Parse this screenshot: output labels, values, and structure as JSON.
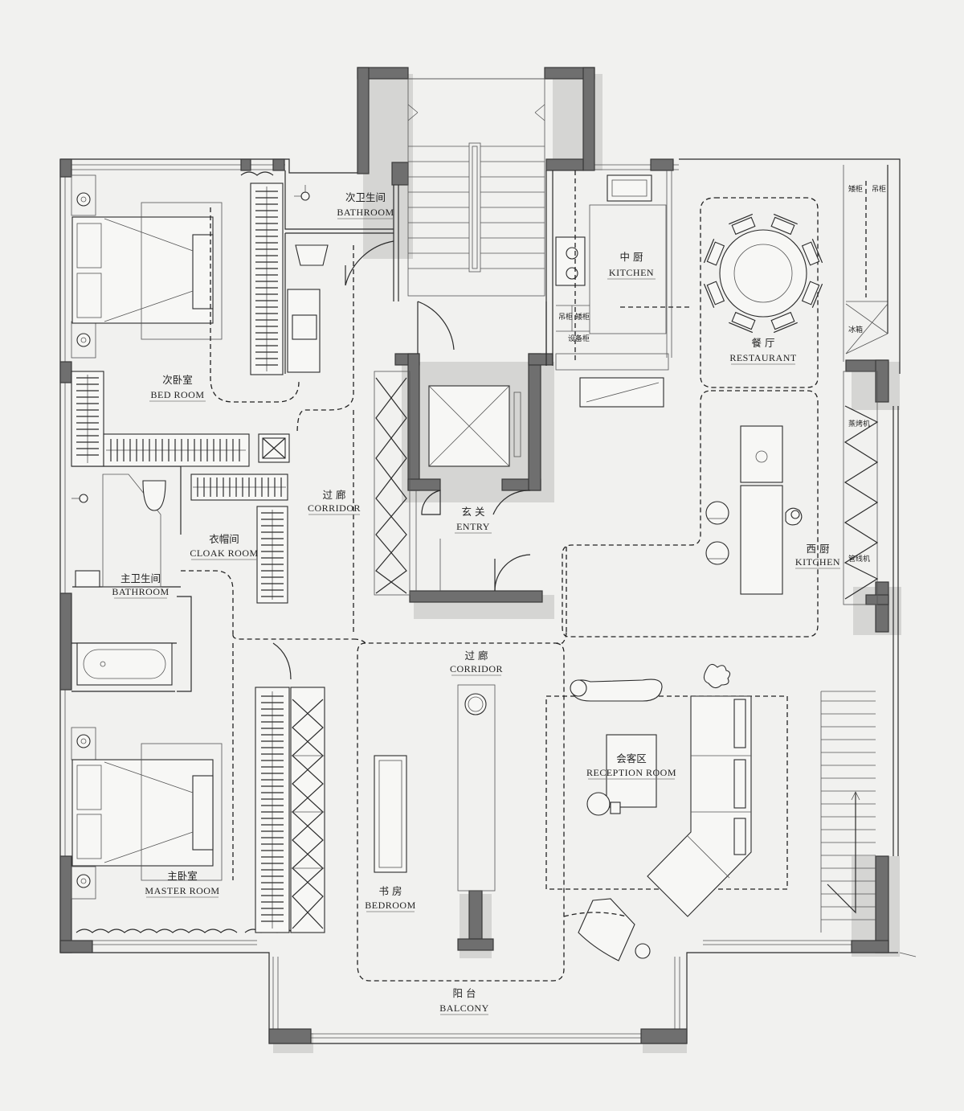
{
  "rooms": {
    "guest_bathroom": {
      "cn": "次卫生间",
      "en": "BATHROOM"
    },
    "kitchen": {
      "cn": "中 厨",
      "en": "KITCHEN"
    },
    "restaurant": {
      "cn": "餐 厅",
      "en": "RESTAURANT"
    },
    "bed_room": {
      "cn": "次卧室",
      "en": "BED  ROOM"
    },
    "corridor_upper": {
      "cn": "过 廊",
      "en": "CORRIDOR"
    },
    "entry": {
      "cn": "玄 关",
      "en": "ENTRY"
    },
    "cloak_room": {
      "cn": "衣帽间",
      "en": "CLOAK ROOM"
    },
    "master_bathroom": {
      "cn": "主卫生间",
      "en": "BATHROOM"
    },
    "western_kitchen": {
      "cn": "西 厨",
      "en": "KITCHEN"
    },
    "corridor_lower": {
      "cn": "过 廊",
      "en": "CORRIDOR"
    },
    "reception_room": {
      "cn": "会客区",
      "en": "RECEPTION ROOM"
    },
    "study": {
      "cn": "书 房",
      "en": "BEDROOM"
    },
    "master_room": {
      "cn": "主卧室",
      "en": "MASTER ROOM"
    },
    "balcony": {
      "cn": "阳 台",
      "en": "BALCONY"
    }
  },
  "fixtures": {
    "hanging_cabinet_1": "吊柜",
    "hanging_cabinet_2": "吊柜",
    "low_cabinet_1": "矮柜",
    "low_cabinet_2": "矮柜",
    "equipment_cabinet": "设备柜",
    "fridge": "冰箱",
    "steam_oven": "蒸烤机",
    "pipe_machine": "管线机"
  }
}
